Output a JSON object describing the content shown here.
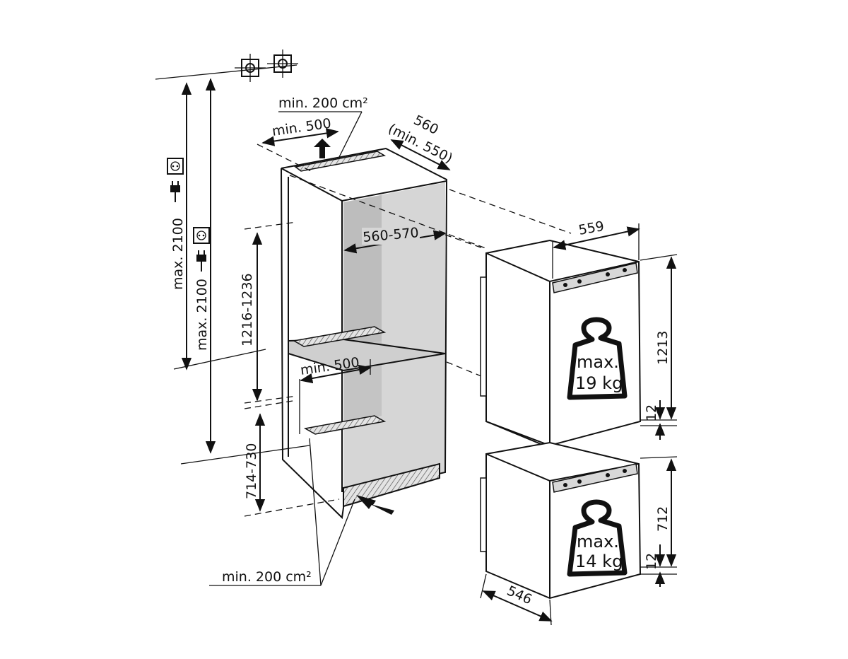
{
  "diagram": {
    "top_vent_area": "min. 200 cm²",
    "top_vent_depth": "min. 500",
    "niche_depth": "560",
    "niche_depth_min": "(min. 550)",
    "niche_width": "560-570",
    "upper_niche_height": "1216-1236",
    "middle_gap_depth": "min. 500",
    "lower_niche_height": "714-730",
    "bottom_vent_area": "min. 200 cm²",
    "total_height_1": "max. 2100",
    "total_height_2": "max. 2100",
    "upper_unit": {
      "width": "559",
      "height": "1213",
      "gap": "12",
      "load_label": "max.",
      "load_value": "19 kg"
    },
    "lower_unit": {
      "depth": "546",
      "height": "712",
      "gap": "12",
      "load_label": "max.",
      "load_value": "14 kg"
    }
  }
}
